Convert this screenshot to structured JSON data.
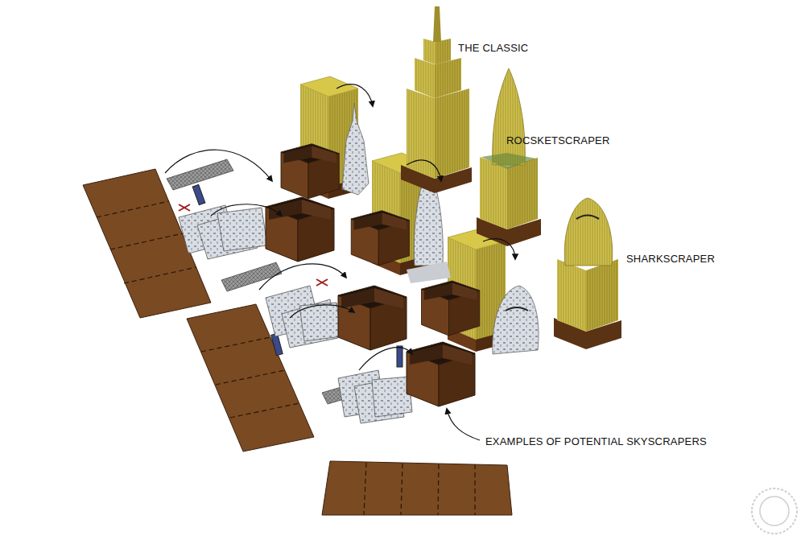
{
  "diagram": {
    "labels": [
      "THE CLASSIC",
      "ROCSKETSCRAPER",
      "SHARKSCRAPER",
      "EXAMPLES OF POTENTIAL SKYSCRAPERS"
    ]
  }
}
